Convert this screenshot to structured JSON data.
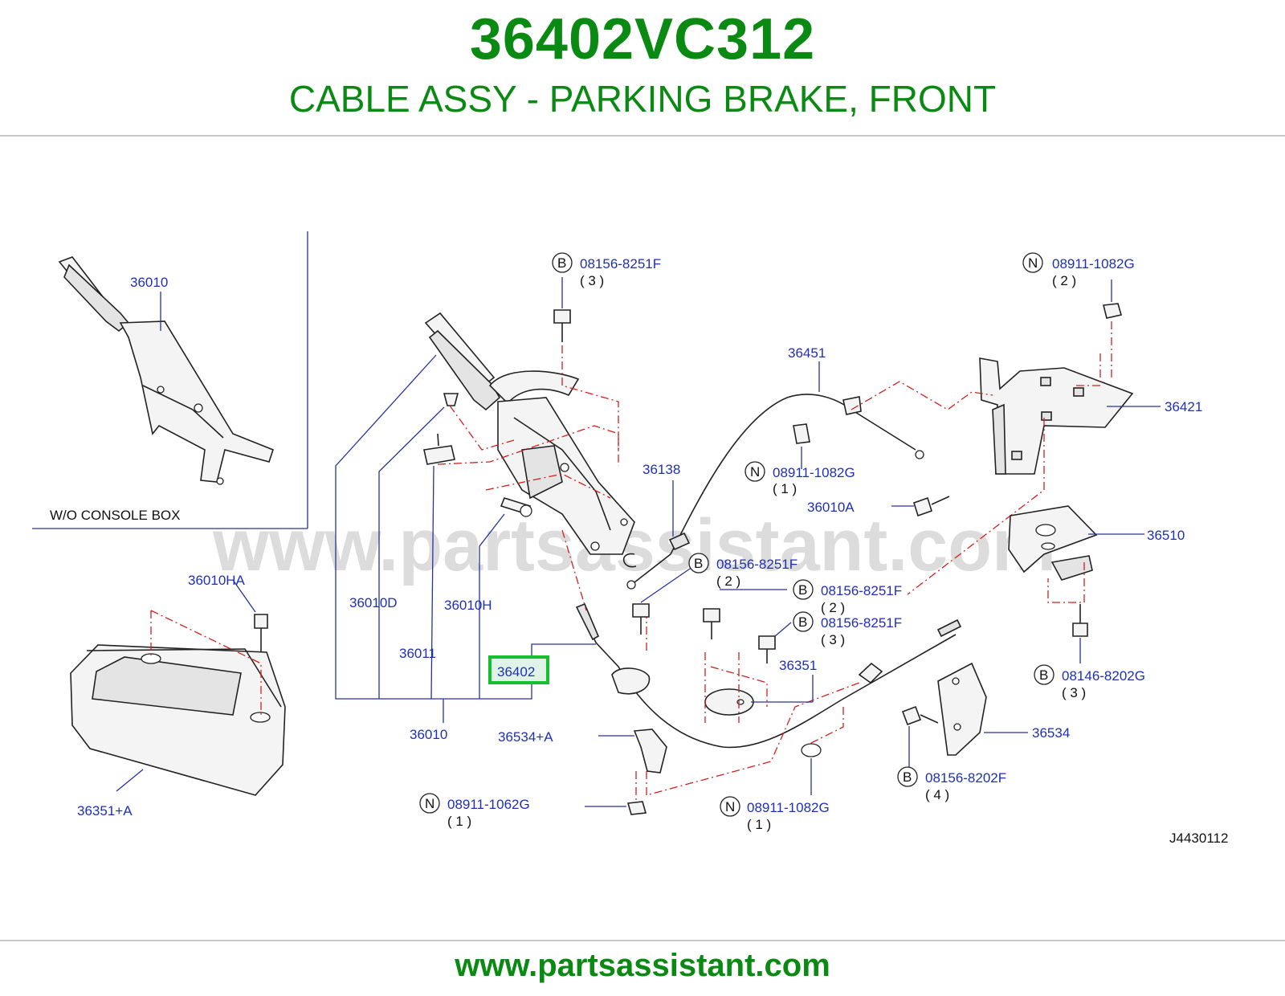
{
  "header": {
    "part_number": "36402VC312",
    "description": "CABLE ASSY - PARKING BRAKE, FRONT"
  },
  "footer": {
    "url": "www.partsassistant.com"
  },
  "diagram": {
    "watermark": "www.partsassistant.com",
    "inset_caption": "W/O  CONSOLE  BOX",
    "diagram_code": "J4430112",
    "highlighted_part": "36402",
    "callouts": {
      "c36010_inset": "36010",
      "c36010": "36010",
      "c36010D": "36010D",
      "c36011": "36011",
      "c36010H": "36010H",
      "c36010HA": "36010HA",
      "c36351A": "36351+A",
      "c36138": "36138",
      "c36451": "36451",
      "c36421": "36421",
      "c36510": "36510",
      "c36010A": "36010A",
      "c36351": "36351",
      "c36534": "36534",
      "c36534A": "36534+A"
    },
    "fasteners": [
      {
        "type": "B",
        "code": "08156-8251F",
        "qty": "( 3 )"
      },
      {
        "type": "N",
        "code": "08911-1082G",
        "qty": "( 2 )"
      },
      {
        "type": "N",
        "code": "08911-1082G",
        "qty": "( 1 )"
      },
      {
        "type": "B",
        "code": "08156-8251F",
        "qty": "( 2 )"
      },
      {
        "type": "B",
        "code": "08156-8251F",
        "qty": "( 2 )"
      },
      {
        "type": "B",
        "code": "08156-8251F",
        "qty": "( 3 )"
      },
      {
        "type": "B",
        "code": "08146-8202G",
        "qty": "( 3 )"
      },
      {
        "type": "B",
        "code": "08156-8202F",
        "qty": "( 4 )"
      },
      {
        "type": "N",
        "code": "08911-1062G",
        "qty": "( 1 )"
      },
      {
        "type": "N",
        "code": "08911-1082G",
        "qty": "( 1 )"
      }
    ]
  }
}
